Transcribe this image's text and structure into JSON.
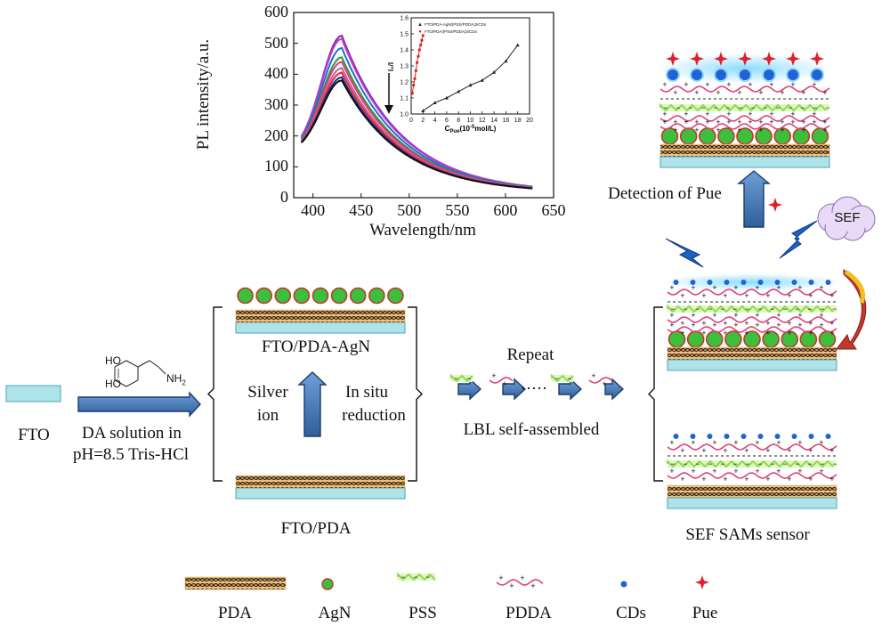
{
  "chart": {
    "type": "line",
    "ylabel": "PL intensity/a.u.",
    "xlabel": "Wavelength/nm",
    "xlim": [
      380,
      650
    ],
    "ylim": [
      0,
      600
    ],
    "xticks": [
      "400",
      "450",
      "500",
      "550",
      "600",
      "650"
    ],
    "yticks": [
      "0",
      "100",
      "200",
      "300",
      "400",
      "500",
      "600"
    ],
    "peak_wavelength": 430,
    "series_peaks": [
      525,
      515,
      485,
      455,
      440,
      420,
      405,
      390,
      380
    ],
    "series_colors": [
      "#7a2aa8",
      "#c23ad0",
      "#1a6fd6",
      "#2b9a2b",
      "#e0398c",
      "#d05aa0",
      "#d43030",
      "#1a2a90",
      "#111111"
    ],
    "inset": {
      "ylabel": "I₀/I",
      "xlabel": "C",
      "xlabel_sub": "Pue",
      "xlabel_tail": "(10",
      "xlabel_exp": "-5",
      "xlabel_end": "mol/L)",
      "xticks": [
        "0",
        "2",
        "4",
        "6",
        "8",
        "10",
        "12",
        "14",
        "16",
        "18",
        "20"
      ],
      "yticks": [
        "1.0",
        "1.1",
        "1.2",
        "1.3",
        "1.4",
        "1.5",
        "1.6"
      ],
      "xlim": [
        0,
        20
      ],
      "ylim": [
        1.0,
        1.6
      ],
      "legend": [
        "FTO/PDA-AgN/(PSS/PDDA)3/CDs",
        "FTO/PDA/(PSS/PDDA)3/CDs"
      ],
      "series": [
        {
          "color": "#222222",
          "x": [
            2,
            4,
            6,
            8,
            10,
            12,
            14,
            16,
            18
          ],
          "y": [
            1.02,
            1.07,
            1.1,
            1.14,
            1.18,
            1.21,
            1.26,
            1.33,
            1.43
          ]
        },
        {
          "color": "#e02020",
          "x": [
            0.2,
            0.4,
            0.6,
            0.8,
            1.0,
            1.2,
            1.4,
            1.6,
            1.8,
            2.0
          ],
          "y": [
            1.13,
            1.18,
            1.22,
            1.27,
            1.32,
            1.36,
            1.4,
            1.43,
            1.46,
            1.49
          ]
        }
      ]
    }
  },
  "labels": {
    "fto": "FTO",
    "da_solution": "DA solution in",
    "da_ph": "pH=8.5 Tris-HCl",
    "nh2": "NH",
    "nh2_sub": "2",
    "ho1": "HO",
    "ho2": "HO",
    "fto_pda_agn": "FTO/PDA-AgN",
    "silver": "Silver",
    "ion": "ion",
    "in_situ": "In situ",
    "reduction": "reduction",
    "fto_pda": "FTO/PDA",
    "repeat": "Repeat",
    "lbl": "LBL self-assembled",
    "detection": "Detection of Pue",
    "sef": "SEF",
    "sensor": "SEF SAMs sensor"
  },
  "legend": [
    "PDA",
    "AgN",
    "PSS",
    "PDDA",
    "CDs",
    "Pue"
  ],
  "colors": {
    "fto": "#aee3ea",
    "fto_edge": "#4aa7b5",
    "pda_bg": "#f3c07a",
    "pda_net": "#3a2a1a",
    "agn": "#3cbf3c",
    "agn_edge": "#c0392b",
    "pss": "#8fdc4a",
    "pdda": "#e0407a",
    "cds": "#1f63d6",
    "pue": "#e0202a",
    "arrow": "#4a7fbf",
    "arrow_dark": "#1b3d6b"
  }
}
